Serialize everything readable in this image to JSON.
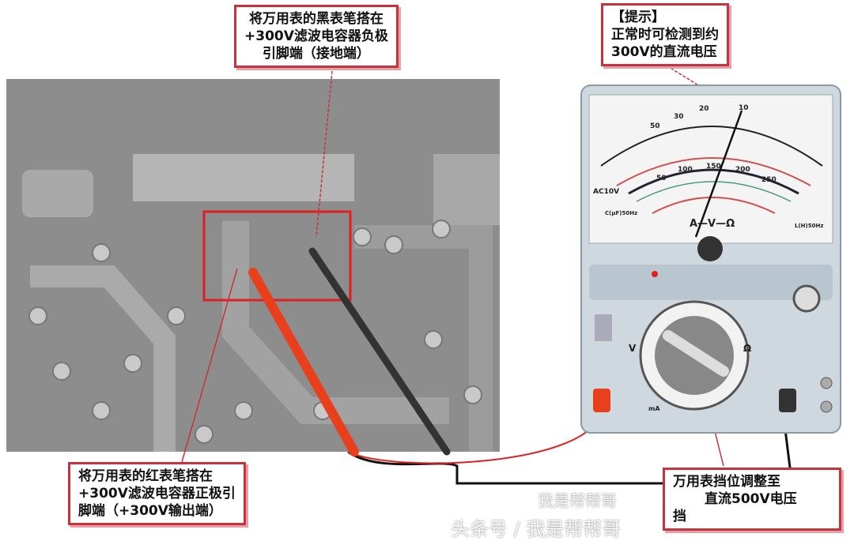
{
  "callouts": {
    "black_probe": [
      "将万用表的黑表笔搭在",
      "+300V滤波电容器负极",
      "引脚端（接地端）"
    ],
    "hint": [
      "【提示】",
      "正常时可检测到约",
      "300V的直流电压"
    ],
    "red_probe": [
      "将万用表的红表笔搭在",
      "+300V滤波电容器正极引",
      "脚端（+300V输出端）"
    ],
    "range": [
      "万用表挡位调整至",
      "直流500V电压",
      "挡"
    ]
  },
  "meter": {
    "scale_label": "A—V—Ω",
    "ac_label": "AC10V",
    "cap_label": "C(μF)50Hz",
    "l_label": "L(H)50Hz",
    "scale_top": [
      "50",
      "30",
      "20",
      "10"
    ],
    "scale_mid": [
      "50",
      "100",
      "150",
      "200",
      "250"
    ],
    "dial_v": "V",
    "dial_ohm": "Ω",
    "dial_ma": "mA"
  },
  "watermark": {
    "line1": "我是帮帮哥",
    "line2": "头条号 / 我是帮帮哥"
  },
  "colors": {
    "accent": "#c8323c",
    "probe_red": "#e8401c"
  }
}
